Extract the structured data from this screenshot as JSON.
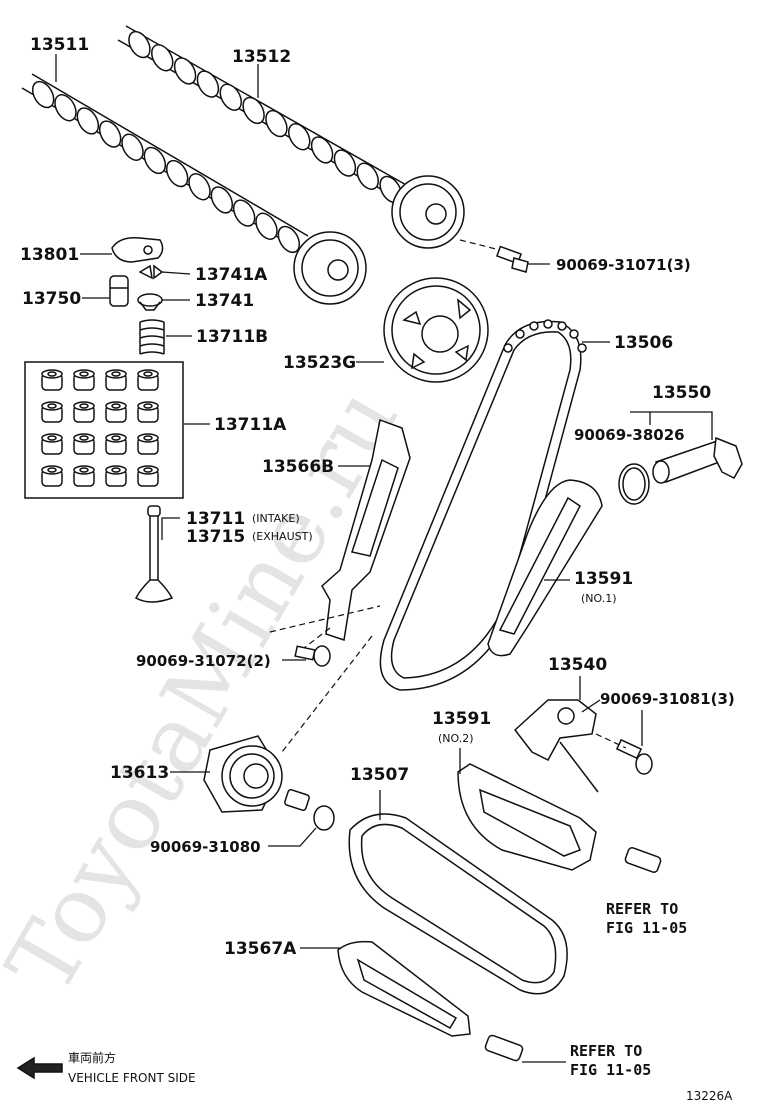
{
  "diagram": {
    "watermark": "ToyotaMine.ru",
    "figure_id": "13226A",
    "orientation": {
      "japanese": "車両前方",
      "english": "VEHICLE FRONT SIDE"
    },
    "callouts": [
      {
        "id": "13511",
        "text": "13511"
      },
      {
        "id": "13512",
        "text": "13512"
      },
      {
        "id": "13801",
        "text": "13801"
      },
      {
        "id": "13741A",
        "text": "13741A"
      },
      {
        "id": "13750",
        "text": "13750"
      },
      {
        "id": "13741",
        "text": "13741"
      },
      {
        "id": "13711B",
        "text": "13711B"
      },
      {
        "id": "13711A",
        "text": "13711A"
      },
      {
        "id": "13523G",
        "text": "13523G"
      },
      {
        "id": "13506",
        "text": "13506"
      },
      {
        "id": "13550",
        "text": "13550"
      },
      {
        "id": "90069-38026",
        "text": "90069-38026"
      },
      {
        "id": "90069-31071",
        "text": "90069-31071(3)"
      },
      {
        "id": "13566B",
        "text": "13566B"
      },
      {
        "id": "13711",
        "text": "13711",
        "note": "(INTAKE)"
      },
      {
        "id": "13715",
        "text": "13715",
        "note": "(EXHAUST)"
      },
      {
        "id": "13591-1",
        "text": "13591",
        "note": "(NO.1)"
      },
      {
        "id": "90069-31072",
        "text": "90069-31072(2)"
      },
      {
        "id": "13540",
        "text": "13540"
      },
      {
        "id": "90069-31081",
        "text": "90069-31081(3)"
      },
      {
        "id": "13591-2",
        "text": "13591",
        "note": "(NO.2)"
      },
      {
        "id": "13613",
        "text": "13613"
      },
      {
        "id": "13507",
        "text": "13507"
      },
      {
        "id": "90069-31080",
        "text": "90069-31080"
      },
      {
        "id": "13567A",
        "text": "13567A"
      }
    ],
    "references": [
      {
        "id": "ref-upper",
        "line1": "REFER TO",
        "line2": "FIG 11-05"
      },
      {
        "id": "ref-lower",
        "line1": "REFER TO",
        "line2": "FIG 11-05"
      }
    ]
  }
}
